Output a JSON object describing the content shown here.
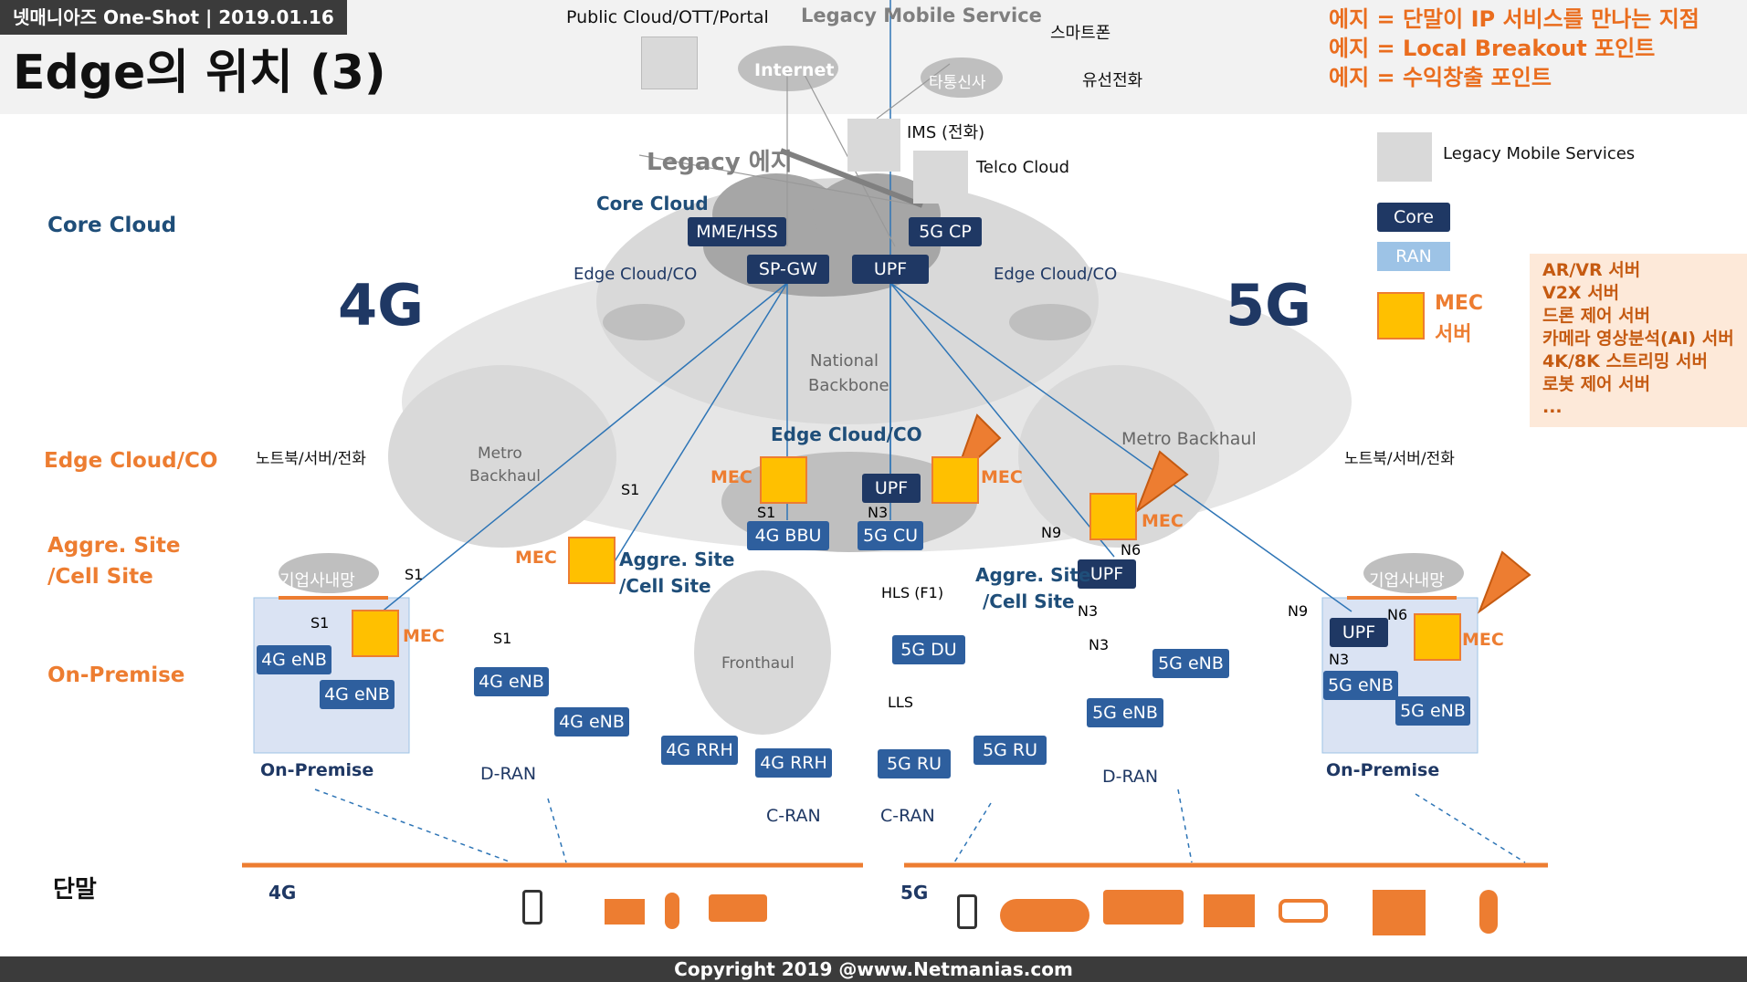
{
  "header": {
    "tag": "넷매니아즈 One-Shot | 2019.01.16",
    "title": "Edge의 위치 (3)",
    "public_cloud": "Public Cloud/OTT/Portal",
    "legacy_mobile_service": "Legacy Mobile Service",
    "internet": "Internet",
    "carrier": "타통신사",
    "smartphone": "스마트폰",
    "wired_phone": "유선전화",
    "edge_defs": [
      "에지 = 단말이 IP 서비스를 만나는 지점",
      "에지 = Local Breakout 포인트",
      "에지 = 수익창출 포인트"
    ]
  },
  "core": {
    "ims": "IMS (전화)",
    "telco_cloud": "Telco Cloud",
    "legacy_edge": "Legacy 에지",
    "core_cloud": "Core Cloud",
    "mme": "MME/HSS",
    "cp5g": "5G CP",
    "spgw": "SP-GW",
    "upf": "UPF",
    "edge_co_left": "Edge Cloud/CO",
    "edge_co_right": "Edge Cloud/CO"
  },
  "levels": {
    "core": "Core Cloud",
    "edge": "Edge Cloud/CO",
    "aggre": "Aggre. Site\n/Cell Site",
    "aggre1": "Aggre. Site",
    "aggre2": "/Cell Site",
    "onprem": "On-Premise",
    "device": "단말"
  },
  "big": {
    "g4": "4G",
    "g5": "5G"
  },
  "legend": {
    "legacy": "Legacy Mobile Services",
    "core": "Core",
    "ran": "RAN",
    "mec": "MEC",
    "mec2": "서버",
    "mec_list": [
      "AR/VR 서버",
      "V2X 서버",
      "드론 제어 서버",
      "카메라 영상분석(AI) 서버",
      "4K/8K 스트리밍 서버",
      "로봇 제어 서버",
      "..."
    ]
  },
  "areas": {
    "national": "National",
    "backbone": "Backbone",
    "metro_left": "Metro",
    "metro_left2": "Backhaul",
    "metro_right": "Metro Backhaul",
    "fronthaul": "Fronthaul",
    "edge_center": "Edge Cloud/CO"
  },
  "labels": {
    "mec": "MEC",
    "upf": "UPF",
    "bbu": "4G BBU",
    "cu": "5G CU",
    "du": "5G DU",
    "ru": "5G RU",
    "rrh": "4G RRH",
    "enb4": "4G eNB",
    "enb5": "5G eNB",
    "s1": "S1",
    "n3": "N3",
    "n6": "N6",
    "n9": "N9",
    "hls": "HLS (F1)",
    "lls": "LLS",
    "laptop": "노트북/서버/전화",
    "enterprise": "기업사내망",
    "onprem": "On-Premise",
    "dran": "D-RAN",
    "cran": "C-RAN",
    "aggre_left": "Aggre. Site",
    "aggre_left2": "/Cell Site",
    "aggre_right": "Aggre. Site",
    "aggre_right2": "/Cell Site"
  },
  "devices": {
    "g4": "4G",
    "g5": "5G"
  },
  "footer": "Copyright 2019 @www.Netmanias.com",
  "colors": {
    "core": "#1f3864",
    "ran": "#9dc3e6",
    "orange": "#ed7d31",
    "mec": "#ffc000"
  }
}
